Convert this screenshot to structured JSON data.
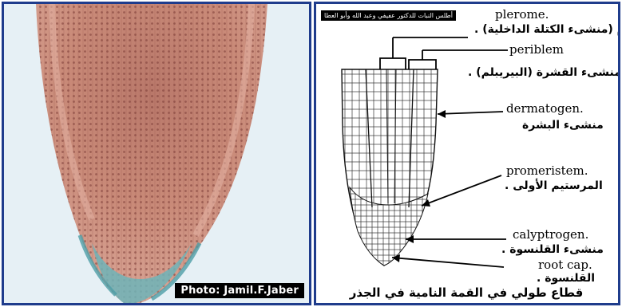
{
  "photo": {
    "credit": "Photo: Jamil.F.Jaber"
  },
  "diagram": {
    "atlas_title": "أطلس النبات للدكتور عفيفي وعبد الله وأبو العطا",
    "labels": [
      {
        "en": "plerome.",
        "ar": "البلروم (منشىء الكتلة الداخلية) ."
      },
      {
        "en": "periblem",
        "ar": "منشىء القشرة (البيريبلم) ."
      },
      {
        "en": "dermatogen.",
        "ar": "منشىء البشرة"
      },
      {
        "en": "promeristem.",
        "ar": "المرستيم الأولى ."
      },
      {
        "en": "calyptrogen.",
        "ar": "منشىء القلنسوة ."
      },
      {
        "en": "root cap.",
        "ar": "القلنسوة ."
      }
    ],
    "caption": "قطاع طولي في القمة النامية في الجذر"
  }
}
